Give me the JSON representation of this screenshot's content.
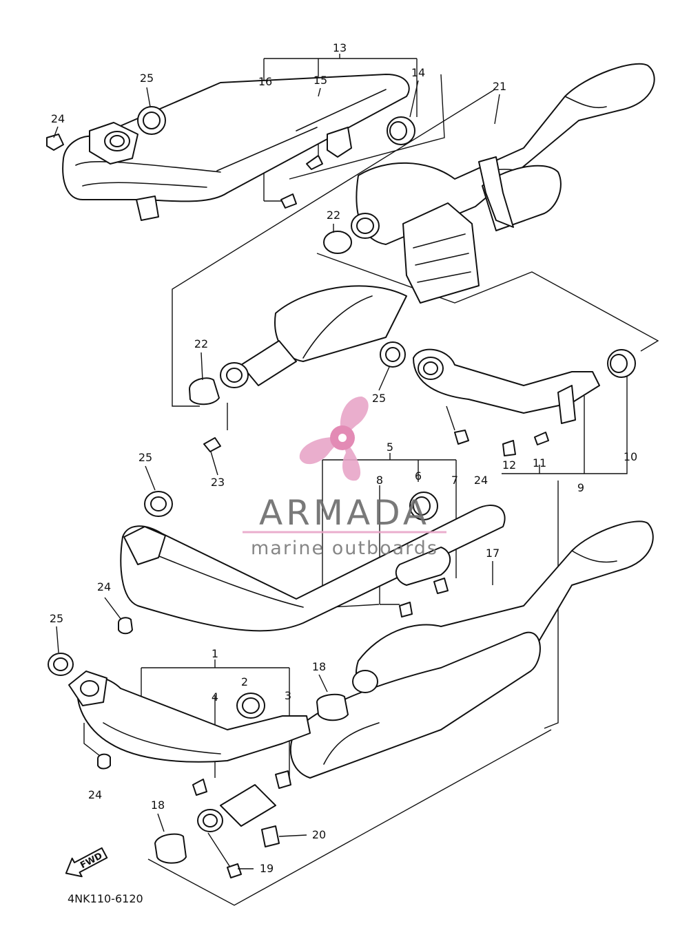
{
  "diagram": {
    "callouts": [
      {
        "id": "c1",
        "text": "1"
      },
      {
        "id": "c2",
        "text": "2"
      },
      {
        "id": "c3",
        "text": "3"
      },
      {
        "id": "c4",
        "text": "4"
      },
      {
        "id": "c5",
        "text": "5"
      },
      {
        "id": "c6",
        "text": "6"
      },
      {
        "id": "c7",
        "text": "7"
      },
      {
        "id": "c8",
        "text": "8"
      },
      {
        "id": "c9",
        "text": "9"
      },
      {
        "id": "c10",
        "text": "10"
      },
      {
        "id": "c11",
        "text": "11"
      },
      {
        "id": "c12",
        "text": "12"
      },
      {
        "id": "c13",
        "text": "13"
      },
      {
        "id": "c14",
        "text": "14"
      },
      {
        "id": "c15",
        "text": "15"
      },
      {
        "id": "c16",
        "text": "16"
      },
      {
        "id": "c17",
        "text": "17"
      },
      {
        "id": "c18a",
        "text": "18"
      },
      {
        "id": "c18b",
        "text": "18"
      },
      {
        "id": "c19",
        "text": "19"
      },
      {
        "id": "c20",
        "text": "20"
      },
      {
        "id": "c21",
        "text": "21"
      },
      {
        "id": "c22a",
        "text": "22"
      },
      {
        "id": "c22b",
        "text": "22"
      },
      {
        "id": "c23",
        "text": "23"
      },
      {
        "id": "c24a",
        "text": "24"
      },
      {
        "id": "c24b",
        "text": "24"
      },
      {
        "id": "c24c",
        "text": "24"
      },
      {
        "id": "c24d",
        "text": "24"
      },
      {
        "id": "c25a",
        "text": "25"
      },
      {
        "id": "c25b",
        "text": "25"
      },
      {
        "id": "c25c",
        "text": "25"
      },
      {
        "id": "c25d",
        "text": "25"
      }
    ],
    "fwd_label": "FWD",
    "drawing_code": "4NK110-6120"
  },
  "watermark": {
    "brand": "ARMADA",
    "tagline": "marine outboards",
    "icon": "propeller-icon",
    "color": "#e8a6c8"
  }
}
